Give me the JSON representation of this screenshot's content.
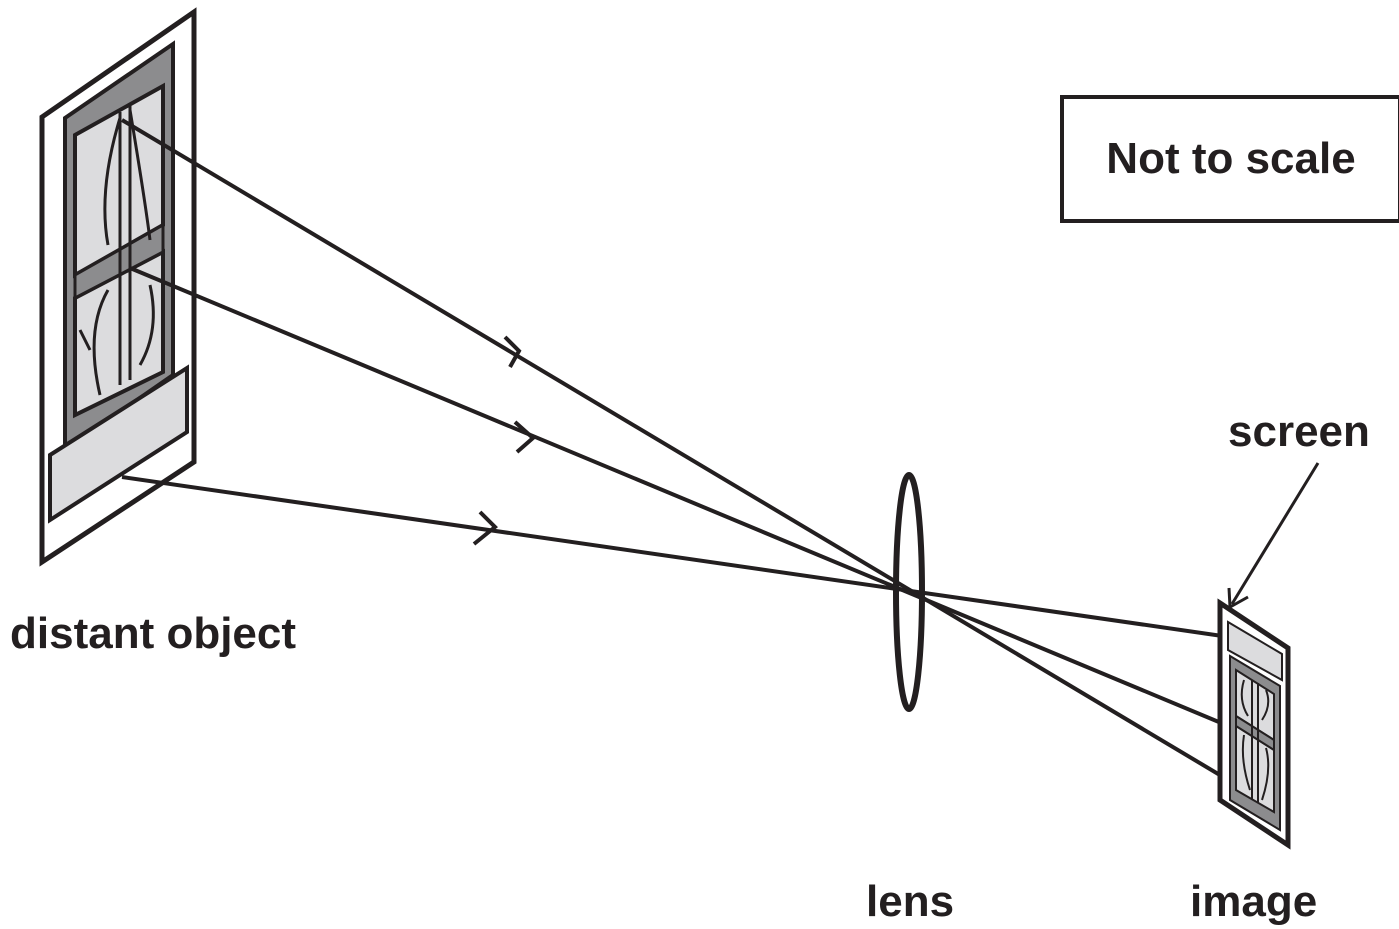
{
  "labels": {
    "object": "distant object",
    "lens": "lens",
    "image": "image",
    "screen": "screen",
    "note": "Not to scale"
  },
  "colors": {
    "ink": "#231f20",
    "frame_dark": "#8c8c8e",
    "glass_light": "#dcdcde",
    "paper": "#ffffff"
  }
}
